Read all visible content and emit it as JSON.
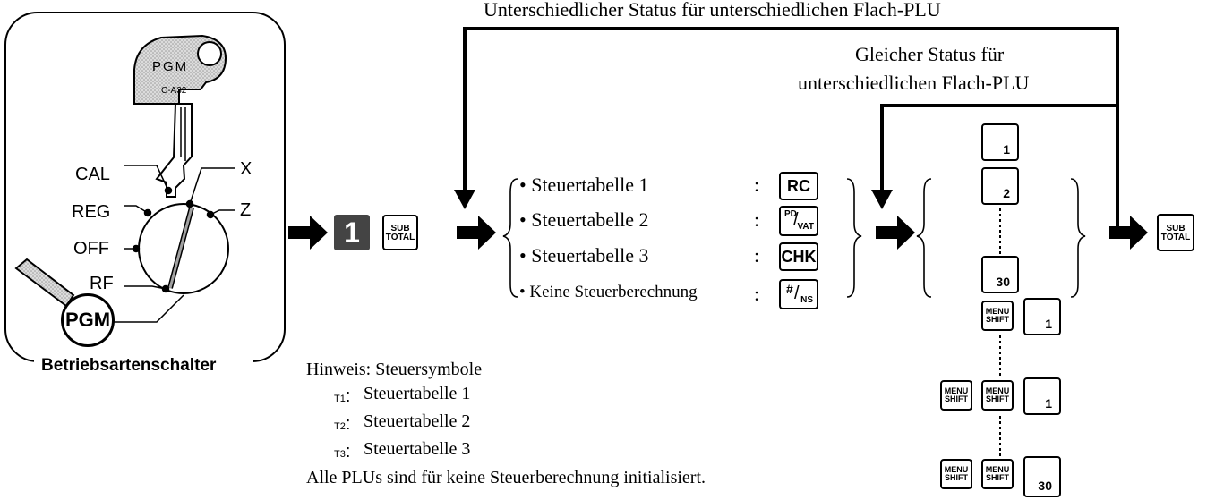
{
  "top_label": "Unterschiedlicher Status für unterschiedlichen Flach-PLU",
  "right_label_line1": "Gleicher Status für",
  "right_label_line2": "unterschiedlichen Flach-PLU",
  "mode_switch": {
    "caption": "Betriebsartenschalter",
    "key_text1": "PGM",
    "key_text2": "C-A32",
    "badge": "PGM",
    "positions": [
      "CAL",
      "REG",
      "OFF",
      "RF",
      "X",
      "Z"
    ]
  },
  "keys": {
    "one": "1",
    "sub_top": "SUB",
    "sub_bottom": "TOTAL",
    "rc": "RC",
    "pd_top": "PD",
    "pd_bottom": "VAT",
    "chk": "CHK",
    "hash_top": "#",
    "hash_bottom": "NS",
    "menu": "MENU",
    "shift": "SHIFT"
  },
  "tax_options": [
    {
      "label": "• Steuertabelle 1"
    },
    {
      "label": "• Steuertabelle 2"
    },
    {
      "label": "• Steuertabelle 3"
    },
    {
      "label": "• Keine Steuerberechnung"
    }
  ],
  "colon": ":",
  "plu_keys": {
    "k1": "1",
    "k2": "2",
    "k30": "30",
    "k1b": "1",
    "k1c": "1",
    "k30b": "30"
  },
  "note": {
    "heading": "Hinweis: Steuersymbole",
    "items": [
      {
        "symbol": "T1",
        "sep": ":",
        "text": "Steuertabelle 1"
      },
      {
        "symbol": "T2",
        "sep": ":",
        "text": "Steuertabelle 2"
      },
      {
        "symbol": "T3",
        "sep": ":",
        "text": "Steuertabelle 3"
      }
    ],
    "footer": "Alle PLUs sind für keine Steuerberechnung initialisiert."
  }
}
